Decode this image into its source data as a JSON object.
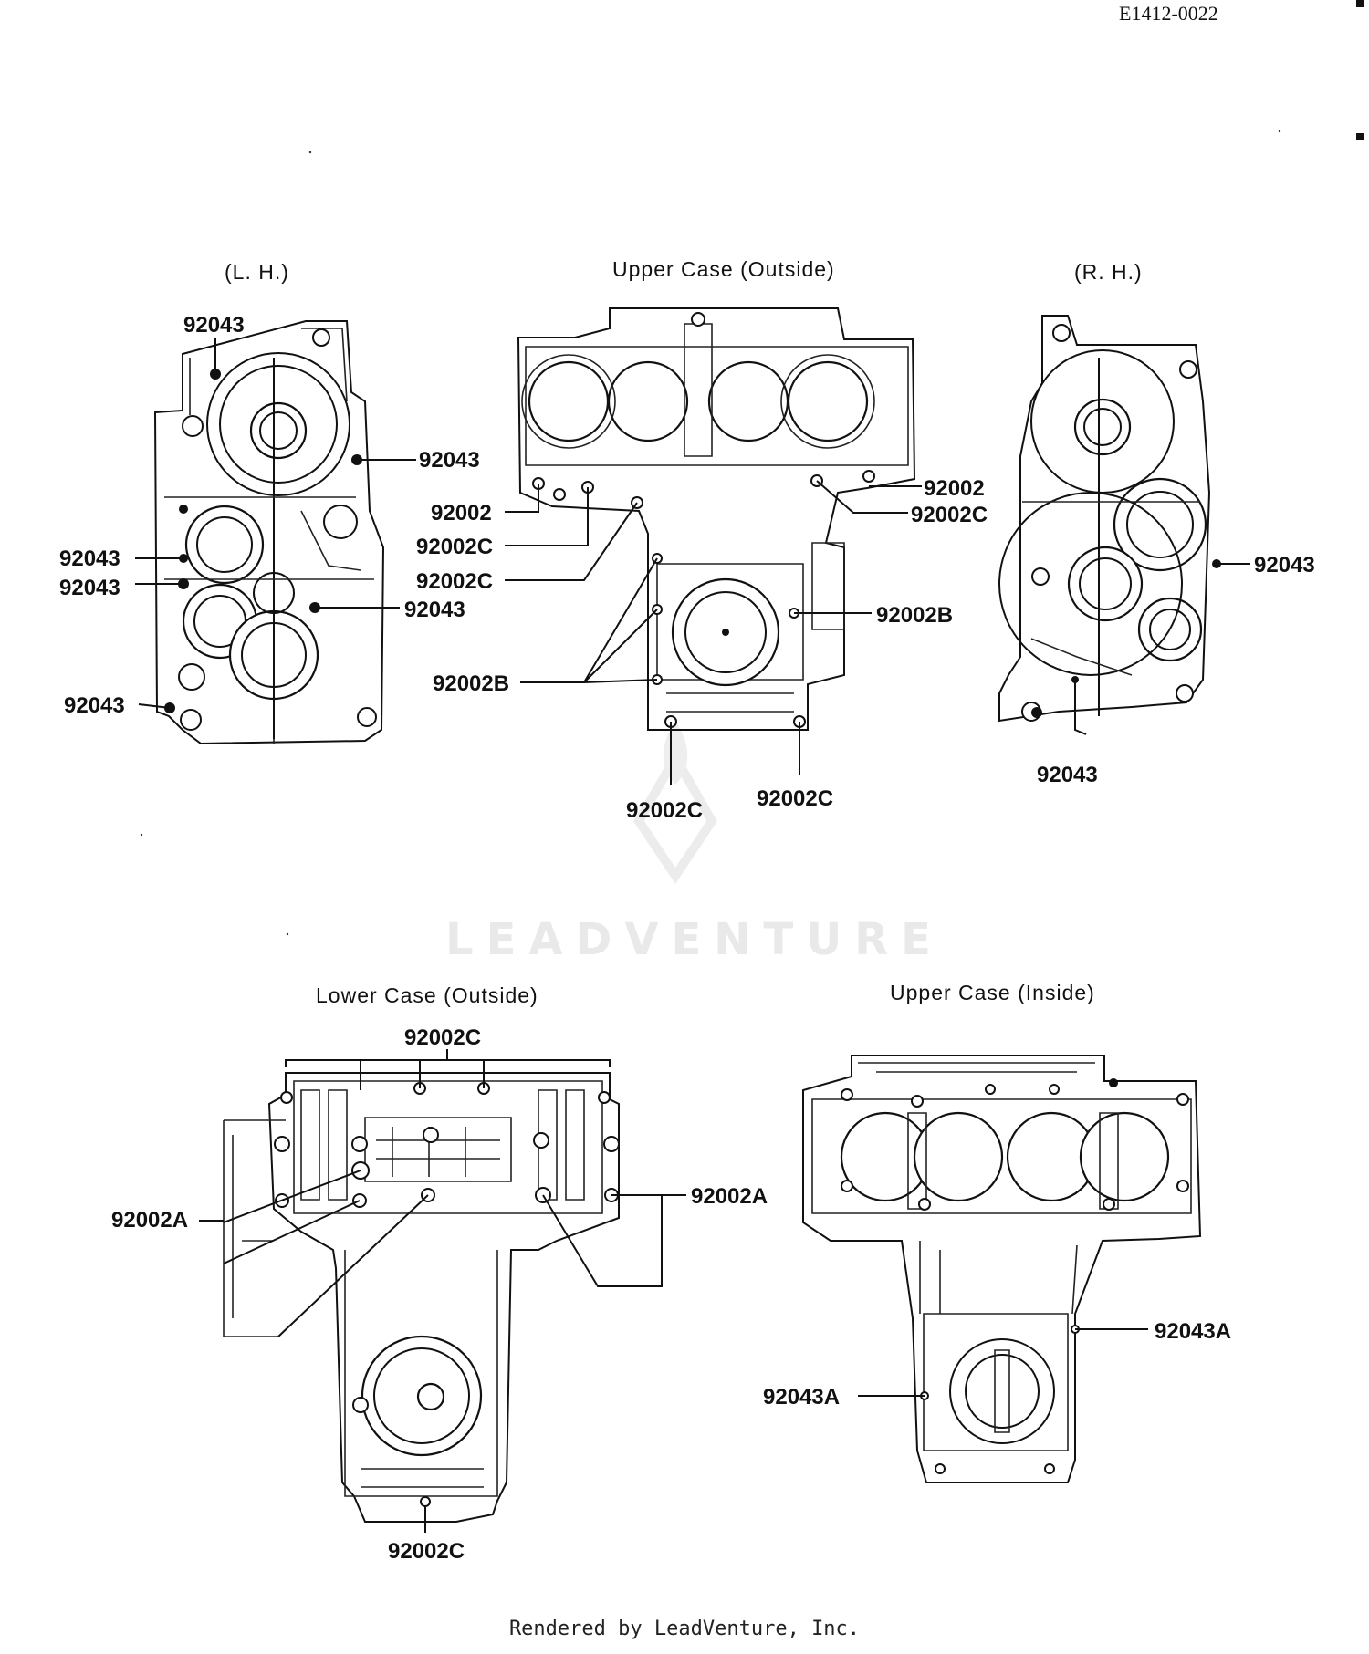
{
  "doc_id": "E1412-0022",
  "watermark": "LEADVENTURE",
  "footer": "Rendered by LeadVenture, Inc.",
  "views": {
    "lh": {
      "title": "(L. H.)"
    },
    "upper_outside": {
      "title": "Upper Case (Outside)"
    },
    "rh": {
      "title": "(R. H.)"
    },
    "lower_outside": {
      "title": "Lower Case (Outside)"
    },
    "upper_inside": {
      "title": "Upper Case (Inside)"
    }
  },
  "callouts": {
    "lh": [
      "92043",
      "92043",
      "92043",
      "92043",
      "92043",
      "92043"
    ],
    "upper_outside": [
      "92002",
      "92002C",
      "92002C",
      "92002B",
      "92002",
      "92002C",
      "92002B",
      "92002C",
      "92002C"
    ],
    "rh": [
      "92043",
      "92043"
    ],
    "lower_outside": [
      "92002C",
      "92002A",
      "92002A",
      "92002C"
    ],
    "upper_inside": [
      "92043A",
      "92043A"
    ]
  }
}
